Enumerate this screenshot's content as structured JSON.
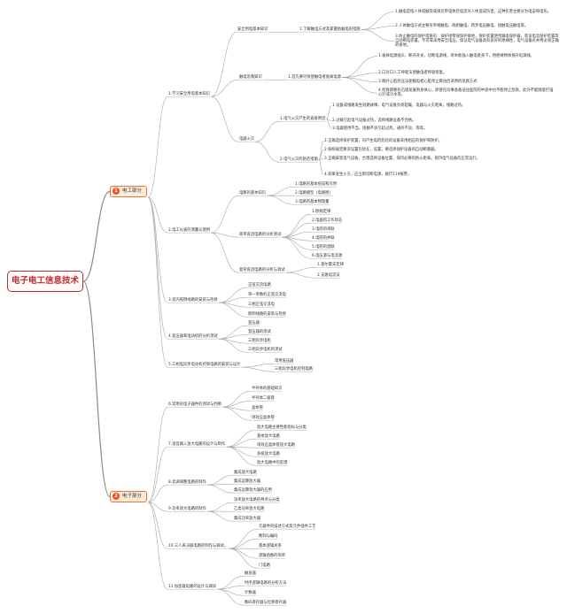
{
  "root": "电子电工信息技术",
  "main": [
    {
      "n": "1",
      "label": "电工部分"
    },
    {
      "n": "2",
      "label": "电子部分"
    }
  ],
  "elec": {
    "c1": {
      "label": "1.学习安全用电基本知识",
      "safety": "安全用电基本知识",
      "rule": "1.了解触电方式及掌握防触电的措施",
      "r1": "1.触电是指人体或触及或接近带电体后电流对人体造成伤害，这种伤害主要分为电击和电伤。",
      "r2": "2.人体触电方式主要有单相触电、两相触电、跨步电压触电、接触电压触电等。",
      "r3": "3.防止触电的保护措施有：保护接零或保护接地，保护装置使用漏电保护器，装设电流保护装置等自动断电装置。不可靠采用安全电压，保证电气设备具有良好的绝缘性，电气设备有并用必须正确的接地。",
      "emergency": "触电急救知识",
      "first": "1.首先要尽快使触电者脱离电源",
      "e1": "1.拔掉电源插头、断开开关，切断电源线，将木板插入触电者身下，用绝缘物体挑开电源线。",
      "e2": "2.口对口人工呼吸法使触电者呼吸恢复。",
      "e3": "3.胸外心脏挤压法使触电者心脏停止跳动后采用的急救方式",
      "e4": "4.抢救期要有迅速发展到身体心，即使在同事准备送往医院的中途中也不能停止急救，此外不能随意打强心针或冷水等。",
      "fire": "电器火灾",
      "fc": "1.电气火灾产生的直接原因",
      "f1": "1.设备或线路发生短路故障，电气设备负荷超载，电器与火灾距离，线路过热。",
      "f2": "2.过载引起电气设备过热，选择线路设备不合格。",
      "f3": "3.电器使用不当，接触不良引起过热，通风不良，等等。",
      "fp": "2.电气火灾的防范措施",
      "p1": "1.正确选择保护装置，对产生电的危险的设备采用相应的保护和防护。",
      "p2": "2.按照规定要求设置包括在，设置，要选择保护设备的自动断路器。",
      "p3": "3.正确安装电气设备，合理选择设备位置，保持必要的防火距离，保持电气设备的正常运行。",
      "p4": "4.如果发生火灾，应立即切断电源，拨打119报警。"
    },
    "c2": {
      "label": "2.电工仪表的测量与使用",
      "basic": "电路的基本知识",
      "b1": "1.电路的基本组成和作用",
      "b2": "2.电路模型（电路图）",
      "b3": "3.电路的基本物理量",
      "simple": "简单直流电路的分析测试",
      "s1": "1.欧姆定律",
      "s2": "2.电器的工作状态",
      "s3": "3.电阻的串联",
      "s4": "4.电阻的并联",
      "s5": "5.电阻的混联",
      "s6": "6.电压源与电流源",
      "complex": "复杂直流电路的分析与测试",
      "x1": "1.基尔霍夫定律",
      "x2": "2.支路电流法"
    },
    "c3": {
      "label": "3.室内照明线路的安装与检修",
      "items": [
        "正弦交流电路",
        "单一参数的正弦交流电",
        "三相正弦交流电",
        "照明线路的安装与检修"
      ]
    },
    "c4": {
      "label": "4.变压器和电动机的分析测试",
      "items": [
        "变压器",
        "变压器的测试",
        "三相异步电机",
        "三相异步电机的测试"
      ]
    },
    "c5": {
      "label": "5.三相电异步电动机控制电路的安装与设计",
      "items": [
        "常用低压器",
        "三相异步电机控制电路"
      ]
    }
  },
  "electronic": {
    "c6": {
      "label": "6.常用的电子器件的测试与判断",
      "items": [
        "半导体的基础知识",
        "半导体二极管",
        "晶体管",
        "场效应晶体管"
      ]
    },
    "c7": {
      "label": "7.语音输入放大电路的设计与制作",
      "items": [
        "放大电路主要性能指标与分类",
        "基本放大电路",
        "场效应晶体管放大电路",
        "多级放大电路",
        "放大电路中的反馈"
      ]
    },
    "c8": {
      "label": "8.音调调整电路的制作",
      "items": [
        "集成放大电路",
        "集成运算放大器",
        "集成运算放大器的应用"
      ]
    },
    "c9": {
      "label": "9.功率放大电路的制作",
      "items": [
        "功率放大电路的特点与分类",
        "乙类功率放大电路",
        "集成功率放大器"
      ]
    },
    "c10": {
      "label": "10.三人表决器电路的制作与调试。",
      "items": [
        "元器件的描述方式及元件插件工艺",
        "数制与编码",
        "基本逻辑关系",
        "逻辑函数的简单",
        "门电路"
      ]
    },
    "c11": {
      "label": "11.加密器电路的设计与调试",
      "items": [
        "触发器",
        "时序逻辑电路的分析方法",
        "计数器",
        "数码寄存器与位移寄存器"
      ]
    }
  }
}
